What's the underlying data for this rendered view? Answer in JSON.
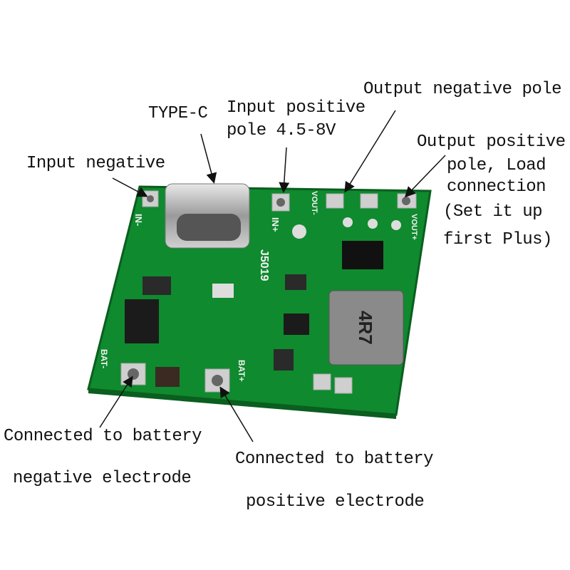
{
  "labels": {
    "output_negative": "Output negative pole",
    "type_c": "TYPE-C",
    "input_positive_1": "Input positive",
    "input_positive_2": "pole 4.5-8V",
    "output_positive_1": "Output positive",
    "output_positive_2": "pole, Load",
    "output_positive_3": "connection",
    "output_positive_4": "(Set it up",
    "output_positive_5": "first Plus)",
    "input_negative": "Input negative",
    "bat_negative_1": "Connected to battery",
    "bat_negative_2": "negative electrode",
    "bat_positive_1": "Connected to battery",
    "bat_positive_2": "positive electrode"
  },
  "silkscreen": {
    "in_minus": "IN-",
    "in_plus": "IN+",
    "chip": "J5019",
    "vout_minus": "VOUT-",
    "vout_plus": "VOUT+",
    "bat_minus": "BAT-",
    "bat_plus": "BAT+",
    "inductor": "4R7"
  },
  "colors": {
    "pcb": "#0f8a2e",
    "text": "#111111"
  }
}
